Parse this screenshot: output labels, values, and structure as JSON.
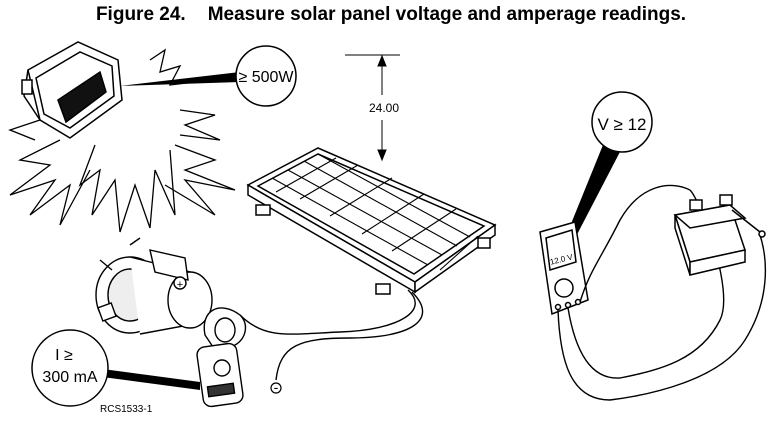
{
  "figure": {
    "number": "Figure 24.",
    "caption": "Measure solar panel voltage and amperage readings."
  },
  "callouts": {
    "lamp_power": "≥ 500W",
    "distance": "24.00",
    "voltage": "V ≥ 12",
    "current_line1": "I ≥",
    "current_line2": "300 mA",
    "meter_display": "12.0 V"
  },
  "labels": {
    "negative_terminal": "-",
    "positive_terminal": "+",
    "drawing_id": "RCS1533-1"
  },
  "icons": [
    "lamp-icon",
    "solar-panel-icon",
    "starter-motor-icon",
    "clamp-meter-icon",
    "multimeter-icon",
    "battery-icon"
  ]
}
